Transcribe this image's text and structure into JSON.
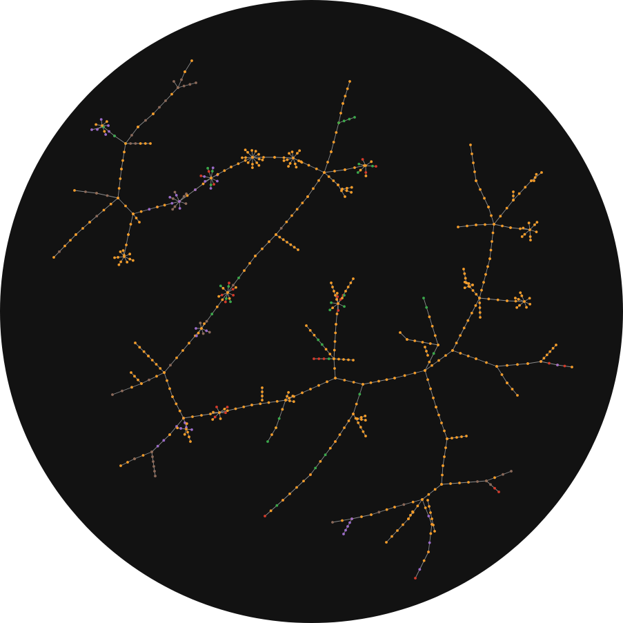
{
  "colors": {
    "disc": "#121212",
    "page_background": "#ffffff",
    "edge": "#8a8a8a",
    "orange": "#f39c2a",
    "brown": "#8c6a5a",
    "purple": "#9b6bc9",
    "green": "#3aa84a",
    "red": "#d43a2a"
  },
  "graph": {
    "type": "tree-network",
    "node_types": [
      "orange",
      "brown",
      "purple",
      "green",
      "red"
    ]
  }
}
